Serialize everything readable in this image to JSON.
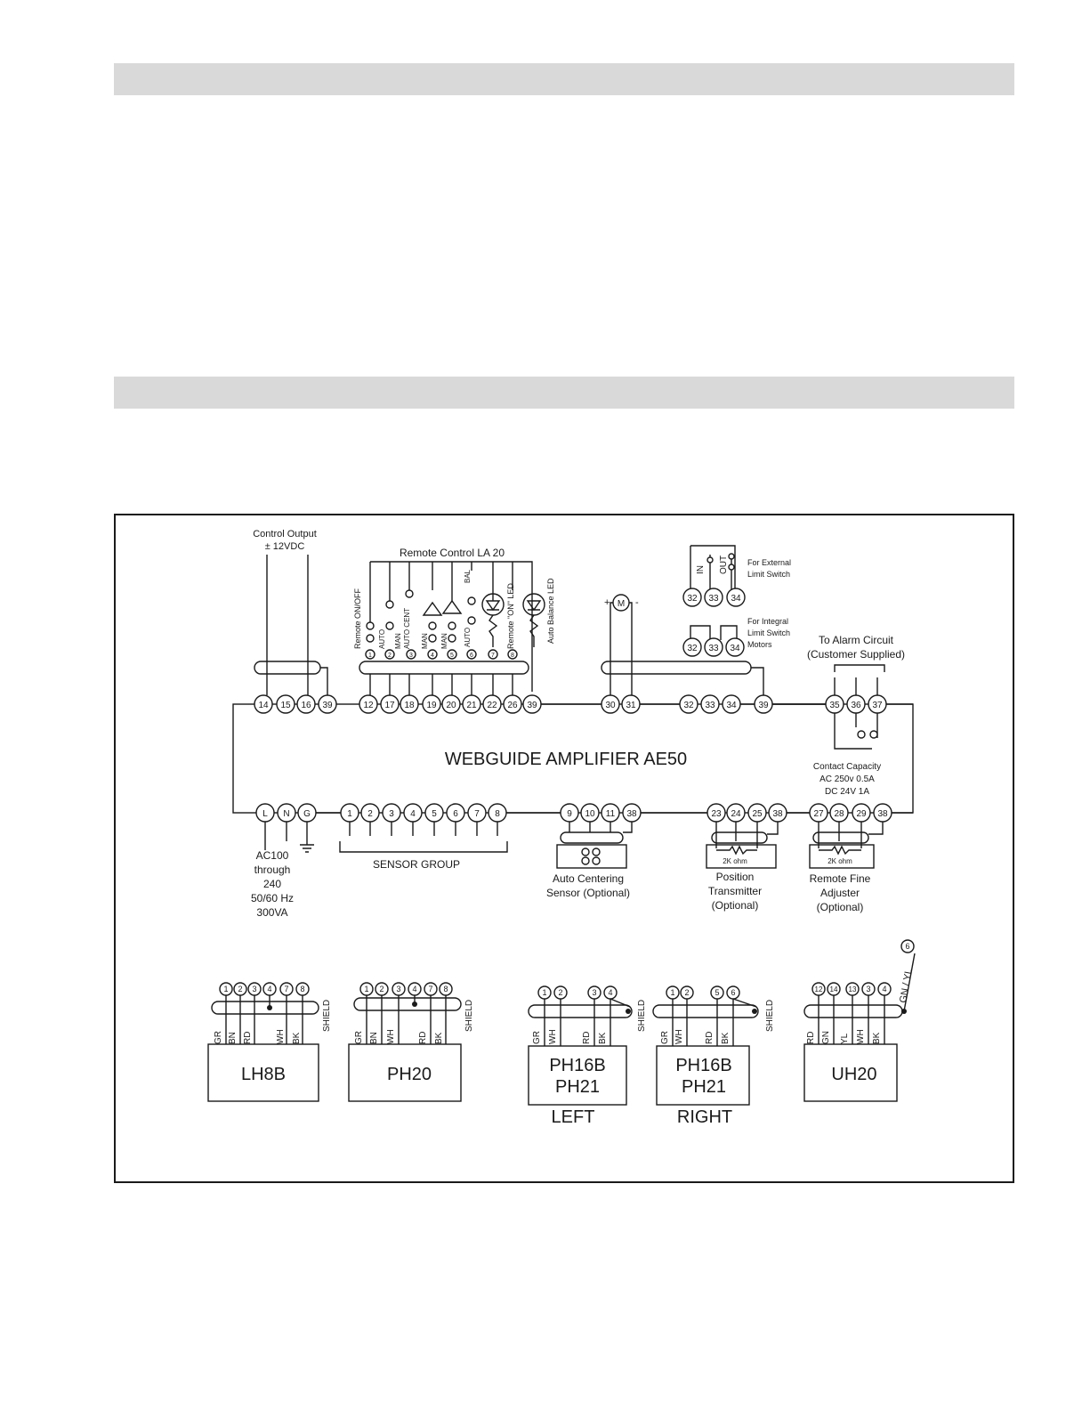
{
  "colors": {
    "section_bar": "#d9d9d9",
    "ink": "#1a1a1a"
  },
  "amplifier": {
    "title": "WEBGUIDE AMPLIFIER AE50",
    "top_terminals": [
      "14",
      "15",
      "16",
      "39",
      "12",
      "17",
      "18",
      "19",
      "20",
      "21",
      "22",
      "26",
      "39",
      "30",
      "31",
      "32",
      "33",
      "34",
      "39",
      "35",
      "36",
      "37"
    ],
    "bottom_terminals": [
      "L",
      "N",
      "G",
      "1",
      "2",
      "3",
      "4",
      "5",
      "6",
      "7",
      "8",
      "9",
      "10",
      "11",
      "38",
      "23",
      "24",
      "25",
      "38",
      "27",
      "28",
      "29",
      "38"
    ]
  },
  "control_output": {
    "line1": "Control Output",
    "line2": "± 12VDC"
  },
  "remote_control": {
    "title": "Remote Control LA 20",
    "labels": [
      "Remote ON/OFF",
      "AUTO",
      "MAN",
      "AUTO CENT",
      "MAN",
      "MAN",
      "BAL",
      "AUTO",
      "Remote \"ON\" LED",
      "Auto Balance LED"
    ],
    "small_terminals": [
      "1",
      "2",
      "3",
      "4",
      "5",
      "6",
      "7",
      "8"
    ]
  },
  "motor": {
    "symbol": "M",
    "plus": "+",
    "minus": "-"
  },
  "limit_external": {
    "in": "IN",
    "out": "OUT",
    "label1": "For External",
    "label2": "Limit Switch",
    "terminals": [
      "32",
      "33",
      "34"
    ]
  },
  "limit_integral": {
    "label1": "For Integral",
    "label2": "Limit Switch",
    "label3": "Motors",
    "terminals": [
      "32",
      "33",
      "34"
    ]
  },
  "alarm": {
    "line1": "To Alarm Circuit",
    "line2": "(Customer Supplied)"
  },
  "contact_capacity": {
    "line1": "Contact Capacity",
    "line2": "AC 250v 0.5A",
    "line3": "DC 24V 1A"
  },
  "power": {
    "line1": "AC100",
    "line2": "through",
    "line3": "240",
    "line4": "50/60 Hz",
    "line5": "300VA"
  },
  "sensor_group": "SENSOR GROUP",
  "auto_centering": {
    "line1": "Auto Centering",
    "line2": "Sensor (Optional)"
  },
  "position_transmitter": {
    "line1": "Position",
    "line2": "Transmitter",
    "line3": "(Optional)",
    "resistor": "2K ohm"
  },
  "fine_adjuster": {
    "line1": "Remote Fine",
    "line2": "Adjuster",
    "line3": "(Optional)",
    "resistor": "2K ohm"
  },
  "shield_label": "SHIELD",
  "heads": [
    {
      "name": "LH8B",
      "terminals": [
        "1",
        "2",
        "3",
        "4",
        "7",
        "8"
      ],
      "wires": [
        "GR",
        "BN",
        "RD",
        "WH",
        "BK"
      ]
    },
    {
      "name": "PH20",
      "terminals": [
        "1",
        "2",
        "3",
        "4",
        "7",
        "8"
      ],
      "wires": [
        "GR",
        "BN",
        "WH",
        "RD",
        "BK"
      ]
    },
    {
      "name1": "PH16B",
      "name2": "PH21",
      "caption": "LEFT",
      "terminals": [
        "1",
        "2",
        "3",
        "4"
      ],
      "wires": [
        "GR",
        "WH",
        "RD",
        "BK"
      ]
    },
    {
      "name1": "PH16B",
      "name2": "PH21",
      "caption": "RIGHT",
      "terminals": [
        "1",
        "2",
        "5",
        "6"
      ],
      "wires": [
        "GR",
        "WH",
        "RD",
        "BK"
      ]
    },
    {
      "name": "UH20",
      "terminals": [
        "12",
        "14",
        "13",
        "3",
        "4"
      ],
      "wires": [
        "RD",
        "GN",
        "YL",
        "WH",
        "BK"
      ],
      "extra_terminal": "6",
      "extra_wire": "GN / YL"
    }
  ]
}
